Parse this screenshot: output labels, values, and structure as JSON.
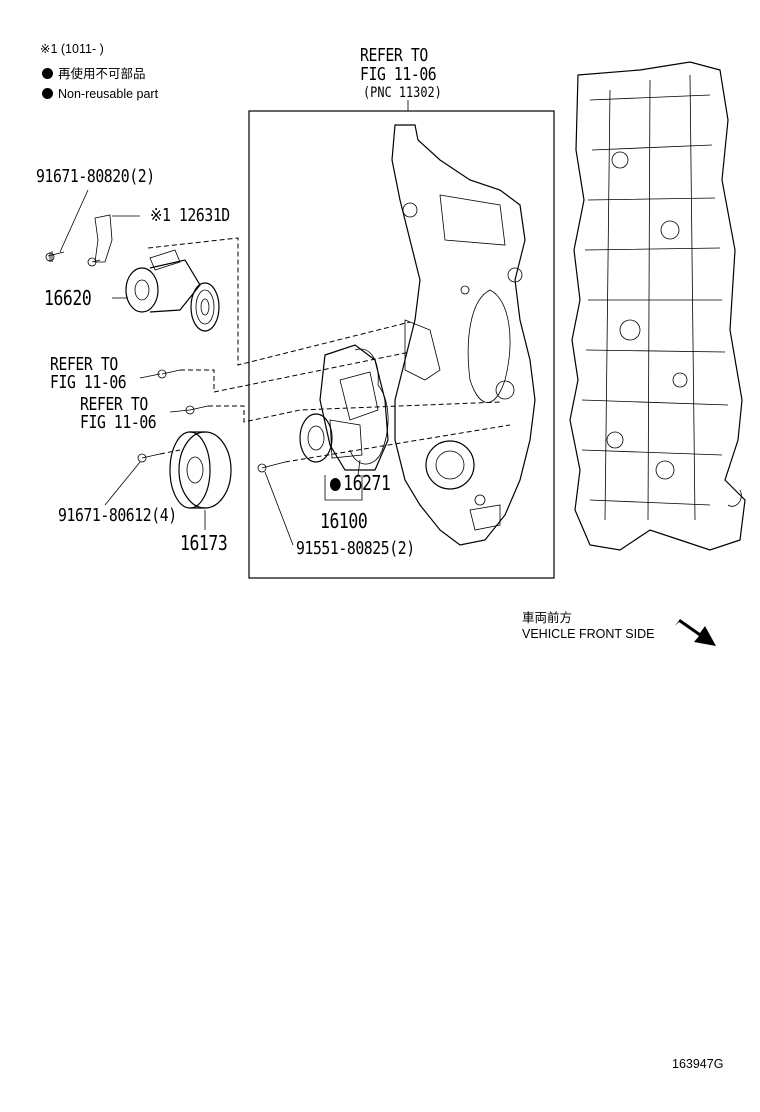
{
  "legend": {
    "condition": "※1 (1011-      )",
    "non_reusable_jp": "再使用不可部品",
    "non_reusable_en": "Non-reusable part"
  },
  "refer_top": {
    "line1": "REFER TO",
    "line2": "FIG 11-06",
    "line3": "(PNC 11302)"
  },
  "parts": {
    "p91671_80820": "91671-80820(2)",
    "p12631D": "※1 12631D",
    "p16620": "16620",
    "p91671_80612": "91671-80612(4)",
    "p16173": "16173",
    "p16271": "16271",
    "p16100": "16100",
    "p91551_80825": "91551-80825(2)"
  },
  "refer_a": {
    "line1": "REFER TO",
    "line2": "FIG 11-06"
  },
  "refer_b": {
    "line1": "REFER TO",
    "line2": "FIG 11-06"
  },
  "direction": {
    "jp": "車両前方",
    "en": "VEHICLE FRONT SIDE"
  },
  "figure_id": "163947G"
}
